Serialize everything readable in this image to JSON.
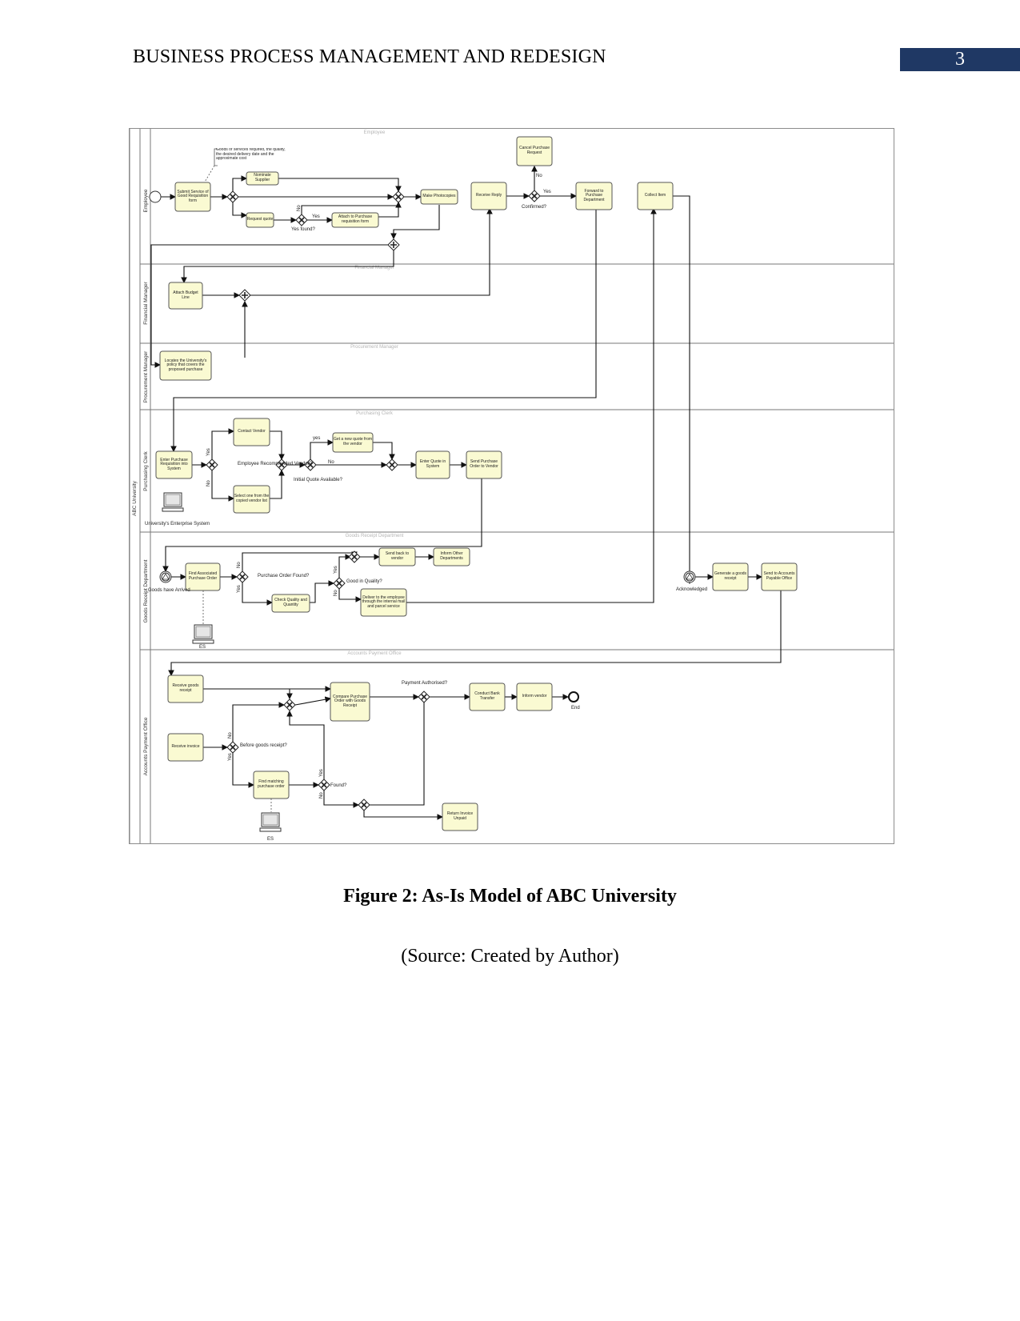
{
  "header": {
    "running_title": "BUSINESS PROCESS MANAGEMENT AND REDESIGN",
    "page_number": "3"
  },
  "figure": {
    "pool_label": "ABC University",
    "lanes": [
      {
        "side_label": "Employee",
        "title": "Employee"
      },
      {
        "side_label": "Financial Manager",
        "title": "Financial Manager"
      },
      {
        "side_label": "Procurement Manager",
        "title": "Procurement Manager"
      },
      {
        "side_label": "Purchasing Clerk",
        "title": "Purchasing Clerk"
      },
      {
        "side_label": "Goods Receipt Department",
        "title": "Goods Receipt Department"
      },
      {
        "side_label": "Accounts Payment Office",
        "title": "Accounts Payment Office"
      }
    ],
    "annotation": "Goods or services required, the quality, the desired delivery date and the approximate cost",
    "tasks": {
      "submit_service": "Submit Service of Good Requisition form",
      "nominate_supplier": "Nominate Supplier",
      "request_quote": "Request quote",
      "attach_to_form": "Attach to Purchase requisition form",
      "make_photocopies": "Make Photocopies",
      "receive_reply": "Receive Reply",
      "cancel_request": "Cancel Purchase Request",
      "forward_to_dept": "Forward to Purchase Department",
      "collect_item": "Collect Item",
      "attach_budget": "Attach Budget Line",
      "locate_policy": "Locates the University's policy that covers the proposed purchase",
      "enter_requisition": "Enter Purchase Requisition into System",
      "contact_vendor": "Contact Vendor",
      "select_vendor": "Select one from the copied vendor list",
      "get_new_quote": "Get a new quote from the vendor",
      "enter_quote": "Enter Quote in System",
      "send_order": "Send Purchase Order to Vendor",
      "find_order": "Find Associated Purchase Order",
      "check_quality": "Check Quality and Quantity",
      "send_back": "Send back to vendor",
      "inform_departments": "Inform Other Departments",
      "deliver_employee": "Deliver to the employee through the internal mail and parcel service",
      "generate_receipt": "Generate a goods receipt",
      "send_accounts": "Send to Accounts Payable Office",
      "receive_goods_receipt": "Receive goods receipt",
      "receive_invoice": "Receive invoice",
      "compare_order": "Compare Purchase Order with Goods Receipt",
      "conduct_transfer": "Conduct Bank Transfer",
      "inform_vendor": "Inform vendor",
      "find_matching": "Find matching purchase order",
      "return_invoice": "Return Invoice Unpaid"
    },
    "labels": {
      "no": "No",
      "yes": "Yes",
      "yes_short": "Yes",
      "yes_lower": "yes",
      "no_lower": "No",
      "confirmed": "Confirmed?",
      "recommended": "Employee Recommended Vendor?",
      "initial_quote": "Initial Quote Available?",
      "system_label": "University's Enterprise System",
      "goods_arrived": "Goods have Arrived",
      "order_found": "Purchase Order Found?",
      "good_quality": "Good in Quality?",
      "acknowledged": "Acknowledged",
      "es": "ES",
      "payment_authorised": "Payment Authorised?",
      "before_receipt": "Before goods receipt?",
      "found": "Found?",
      "end": "End",
      "yes_found": "Yes found?"
    }
  },
  "caption": "Figure 2: As-Is Model of ABC University",
  "source_note": "(Source: Created by Author)"
}
